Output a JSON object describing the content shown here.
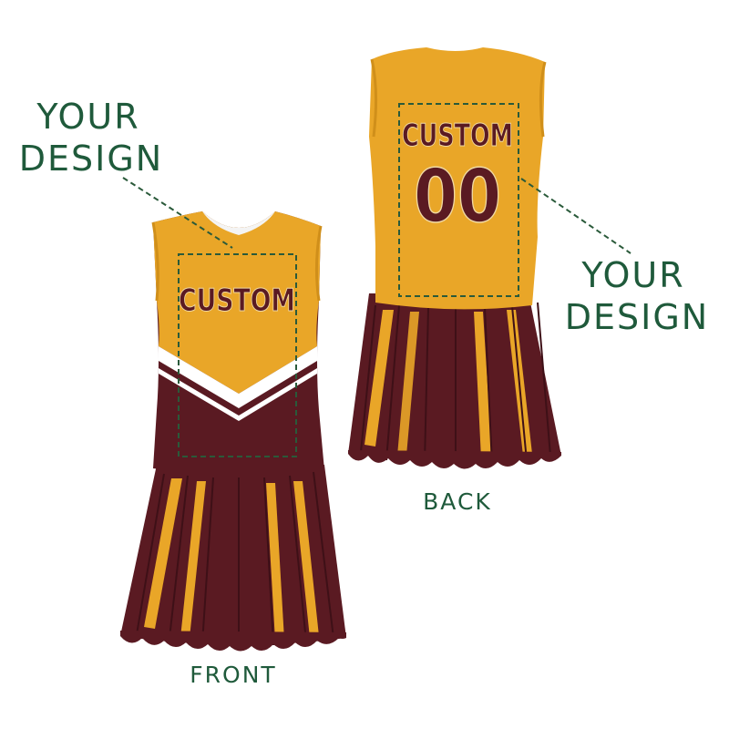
{
  "front_callout": {
    "line1": "YOUR",
    "line2": "DESIGN"
  },
  "back_callout": {
    "line1": "YOUR",
    "line2": "DESIGN"
  },
  "front_label": "FRONT",
  "back_label": "BACK",
  "front_top_text": "CUSTOM",
  "back_top_text": "CUSTOM",
  "back_number": "00",
  "colors": {
    "gold": "#e9a628",
    "maroon": "#5a1a22",
    "white": "#ffffff",
    "green_text": "#1f5a3b",
    "dash_box": "#2a5a3a"
  },
  "icon": "cheerleader-uniform-icon"
}
